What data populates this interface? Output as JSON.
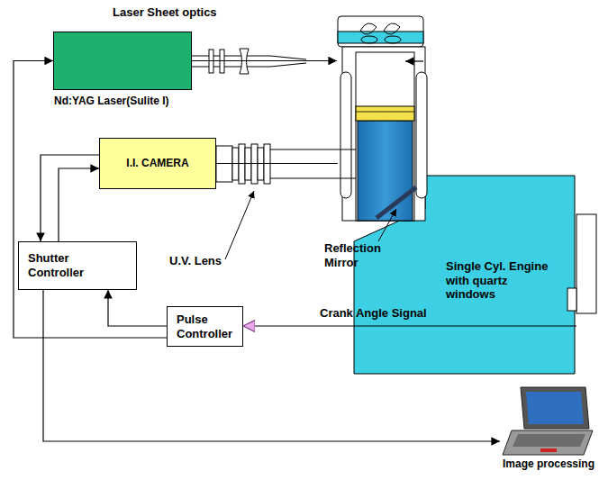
{
  "diagram": {
    "nodes": [
      {
        "text": [
          "Nd:YAG Laser(Sulite I)"
        ]
      },
      {
        "text": [
          "I.I. CAMERA"
        ]
      },
      {
        "text": [
          "Shutter Controller"
        ]
      },
      {
        "text": [
          "Pulse Controller"
        ]
      },
      {
        "text": [
          "Single Cyl. Engine with quartz windows"
        ]
      },
      {
        "text": [
          "Image processing"
        ]
      }
    ],
    "edges": [
      {
        "from": 0,
        "to": 4,
        "arrow": "to"
      },
      {
        "from": 1,
        "to": 4,
        "arrow": "none"
      },
      {
        "from": 2,
        "to": 1,
        "arrow": "to"
      },
      {
        "from": 1,
        "to": 2,
        "arrow": "to"
      },
      {
        "from": 3,
        "to": 2,
        "arrow": "to"
      },
      {
        "from": 3,
        "to": 0,
        "arrow": "to"
      },
      {
        "from": 4,
        "to": 3,
        "label": "Crank Angle Signal",
        "arrow": "to"
      },
      {
        "from": 2,
        "to": 5,
        "arrow": "to"
      }
    ],
    "labels": [
      "Laser Sheet optics",
      "U.V. Lens",
      "Reflection Mirror"
    ]
  }
}
